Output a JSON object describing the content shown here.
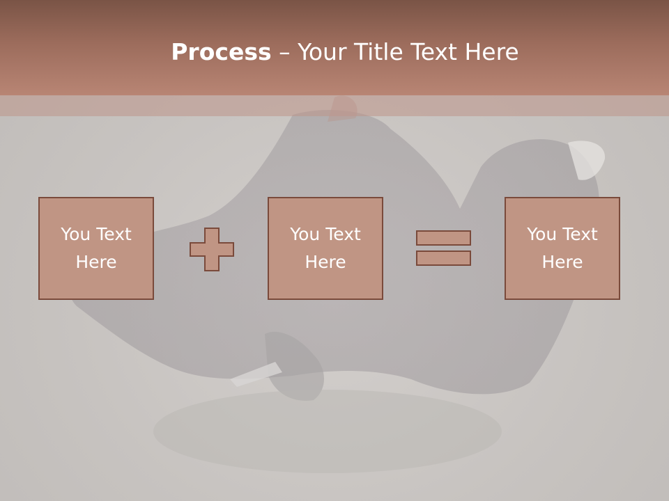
{
  "title": {
    "bold": "Process",
    "rest": " – Your Title Text Here"
  },
  "boxes": [
    {
      "label": "You Text Here"
    },
    {
      "label": "You Text Here"
    },
    {
      "label": "You Text Here"
    }
  ],
  "operators": {
    "plus_icon": "plus-icon",
    "equals_icon": "equals-icon"
  },
  "colors": {
    "header": "#9c6c5c",
    "box_fill": "#c09584",
    "box_border": "#7a4a3b",
    "text": "#ffffff",
    "background": "#c8c4c1"
  }
}
